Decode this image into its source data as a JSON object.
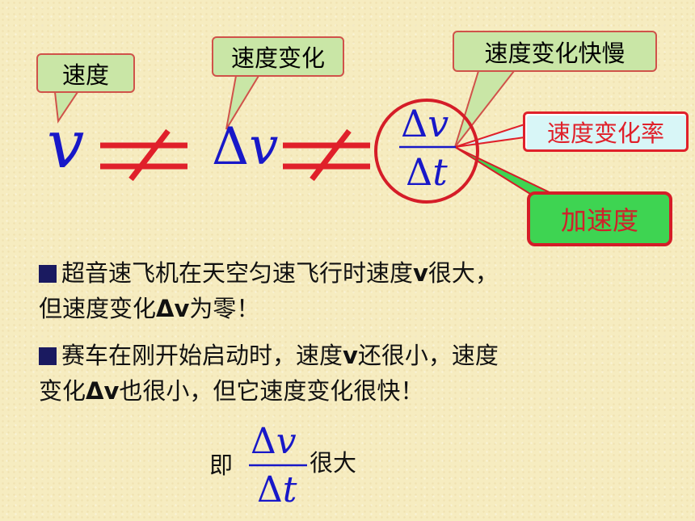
{
  "callouts": {
    "speed": "速度",
    "speed_change": "速度变化",
    "change_rate_speed": "速度变化快慢",
    "change_rate": "速度变化率",
    "acceleration": "加速度"
  },
  "math": {
    "v": "v",
    "delta": "Δ",
    "t": "t"
  },
  "paragraphs": [
    {
      "bullet": "■",
      "parts": [
        "超音速飞机在天空匀速飞行时速度",
        "v",
        "很大，",
        "但速度变化",
        "Δv",
        "为零！"
      ]
    },
    {
      "bullet": "■",
      "parts": [
        "赛车在刚开始启动时，速度",
        "v",
        "还很小，速度",
        "变化",
        "Δv",
        "也很小，但它速度变化很快！"
      ]
    }
  ],
  "conclusion": {
    "prefix": "即",
    "suffix": "很大"
  },
  "colors": {
    "formula_blue": "#1818c8",
    "neq_red": "#e0202a",
    "callout_green": "#c9e6a6",
    "accel_green": "#3ed452",
    "rate_bg": "#d8f6f7"
  }
}
